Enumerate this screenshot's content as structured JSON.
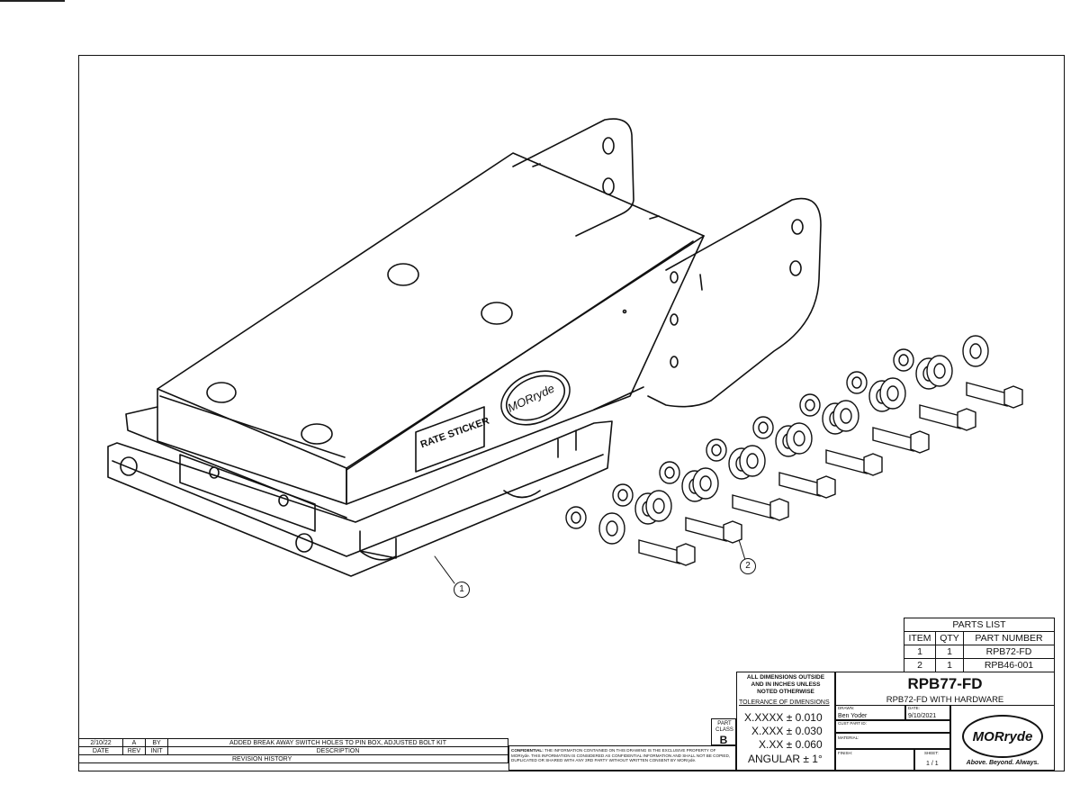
{
  "drawing": {
    "callouts": [
      "1",
      "2"
    ],
    "labels": {
      "sticker": "RATE STICKER",
      "brand": "MORryde"
    }
  },
  "parts_list": {
    "title": "PARTS LIST",
    "headers": [
      "ITEM",
      "QTY",
      "PART NUMBER"
    ],
    "rows": [
      {
        "item": "1",
        "qty": "1",
        "part": "RPB72-FD"
      },
      {
        "item": "2",
        "qty": "1",
        "part": "RPB46-001"
      }
    ]
  },
  "title_block": {
    "dimensions_note": [
      "ALL DIMENSIONS OUTSIDE",
      "AND IN INCHES UNLESS",
      "NOTED OTHERWISE"
    ],
    "tolerance_title": "TOLERANCE OF DIMENSIONS",
    "tolerances": [
      "X.XXXX ± 0.010",
      "X.XXX ± 0.030",
      "X.XX ± 0.060",
      "ANGULAR ± 1°"
    ],
    "part_class_label": "PART CLASS",
    "part_class": "B",
    "part_number": "RPB77-FD",
    "description": "RPB72-FD WITH HARDWARE",
    "drawn_label": "DRAWN:",
    "drawn": "Ben Yoder",
    "date_label": "DATE:",
    "date": "9/10/2021",
    "cust_part_label": "CUST PART ID:",
    "material_label": "MATERIAL:",
    "finish_label": "FINISH:",
    "sheet_label": "SHEET:",
    "sheet": "1 / 1",
    "logo": "MORryde",
    "slogan": "Above. Beyond. Always.",
    "confidential_label": "CONFIDENTIAL:",
    "confidential": "THE INFORMATION CONTAINED ON THIS DRAWING IS THE EXCLUSIVE PROPERTY OF MORryde. THIS INFORMATION IS CONSIDERED AS CONFIDENTIAL INFORMATION AND SHALL NOT BE COPIED, DUPLICATED OR SHARED WITH ANY 3RD PARTY WITHOUT WRITTEN CONSENT BY MORryde."
  },
  "revision": {
    "row": {
      "date": "2/10/22",
      "rev": "A",
      "by": "BY",
      "description": "ADDED BREAK AWAY SWITCH HOLES TO PIN BOX, ADJUSTED BOLT KIT"
    },
    "headers": {
      "date": "DATE",
      "rev": "REV",
      "init": "INIT",
      "description": "DESCRIPTION"
    },
    "title": "REVISION HISTORY"
  }
}
